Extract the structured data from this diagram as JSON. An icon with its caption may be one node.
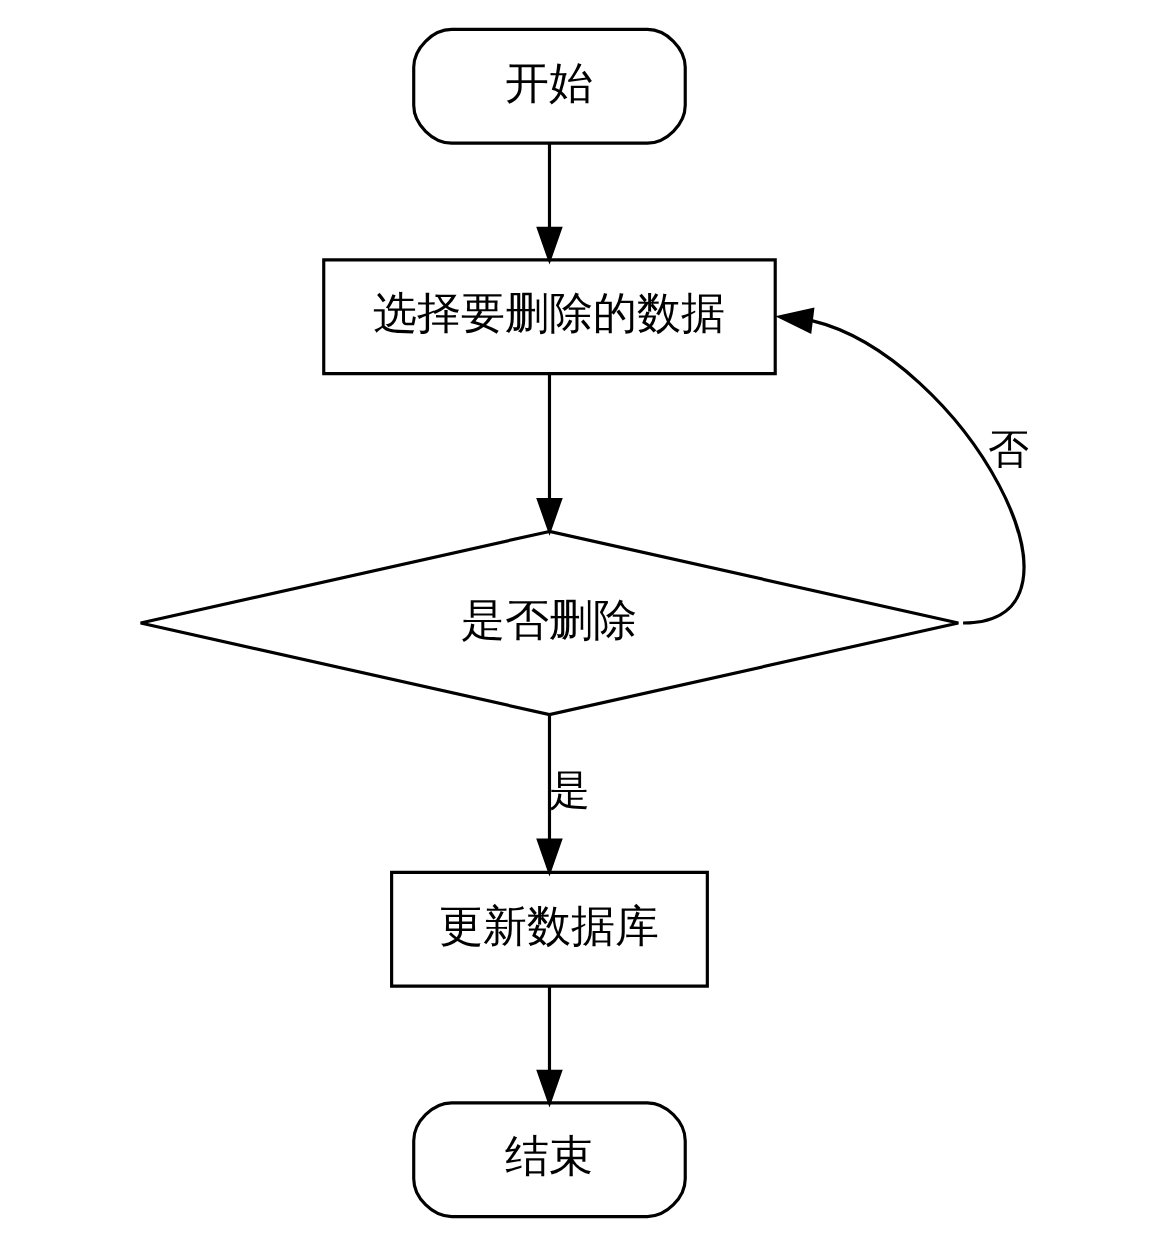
{
  "diagram": {
    "nodes": [
      {
        "text": [
          "开始"
        ]
      },
      {
        "text": [
          "选择要删除的数据"
        ]
      },
      {
        "text": [
          "是否删除"
        ]
      },
      {
        "text": [
          "更新数据库"
        ]
      },
      {
        "text": [
          "结束"
        ]
      }
    ],
    "edges": [
      {
        "from": 0,
        "to": 1,
        "arrow": "to"
      },
      {
        "from": 1,
        "to": 2,
        "arrow": "to"
      },
      {
        "from": 2,
        "to": 1,
        "arrow": "to",
        "label": "否"
      },
      {
        "from": 2,
        "to": 3,
        "arrow": "to",
        "label": "是"
      },
      {
        "from": 3,
        "to": 4,
        "arrow": "to"
      }
    ]
  }
}
